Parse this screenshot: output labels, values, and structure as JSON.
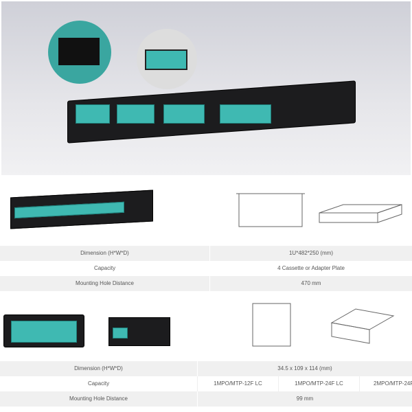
{
  "panel_table": {
    "rows": [
      {
        "label": "Dimension (H*W*D)",
        "value": "1U*482*250 (mm)"
      },
      {
        "label": "Capacity",
        "value": "4 Cassette or Adapter Plate"
      },
      {
        "label": "Mounting Hole Distance",
        "value": "470 mm"
      }
    ]
  },
  "cassette_table": {
    "dimension": {
      "label": "Dimension (H*W*D)",
      "value": "34.5 x 109 x 114 (mm)"
    },
    "capacity": {
      "label": "Capacity",
      "values": [
        "1MPO/MTP-12F LC",
        "1MPO/MTP-24F LC",
        "2MPO/MTP-24F"
      ]
    },
    "mounting": {
      "label": "Mounting Hole Distance",
      "value": "99 mm"
    }
  },
  "colors": {
    "port": "#3fb9b2",
    "chassis": "#1c1c1e"
  }
}
